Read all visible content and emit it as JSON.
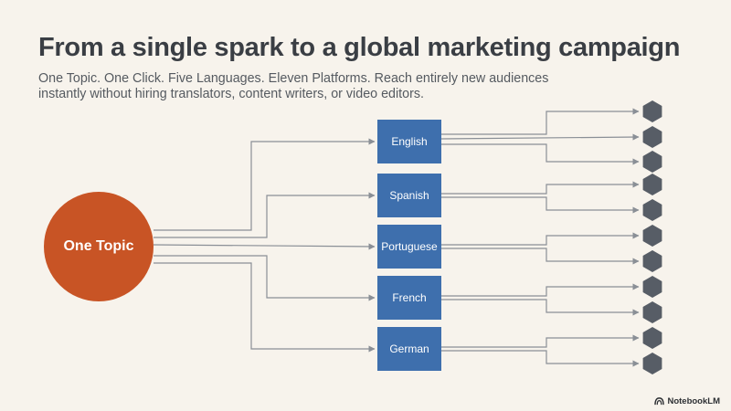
{
  "slide": {
    "title": "From a single spark to a global marketing campaign",
    "subtitle": "One Topic. One Click. Five Languages. Eleven Platforms. Reach entirely new audiences instantly without hiring translators, content writers, or video editors."
  },
  "diagram": {
    "source": "One Topic",
    "languages": [
      {
        "name": "English",
        "platform_count": 3
      },
      {
        "name": "Spanish",
        "platform_count": 2
      },
      {
        "name": "Portuguese",
        "platform_count": 2
      },
      {
        "name": "French",
        "platform_count": 2
      },
      {
        "name": "German",
        "platform_count": 2
      }
    ]
  },
  "colors": {
    "background": "#f7f3ec",
    "topic": "#c85425",
    "language": "#3e6fad",
    "platform": "#575d66",
    "connector": "#8a8f96"
  },
  "brand": {
    "name": "NotebookLM",
    "icon": "notebooklm-logo-icon"
  }
}
